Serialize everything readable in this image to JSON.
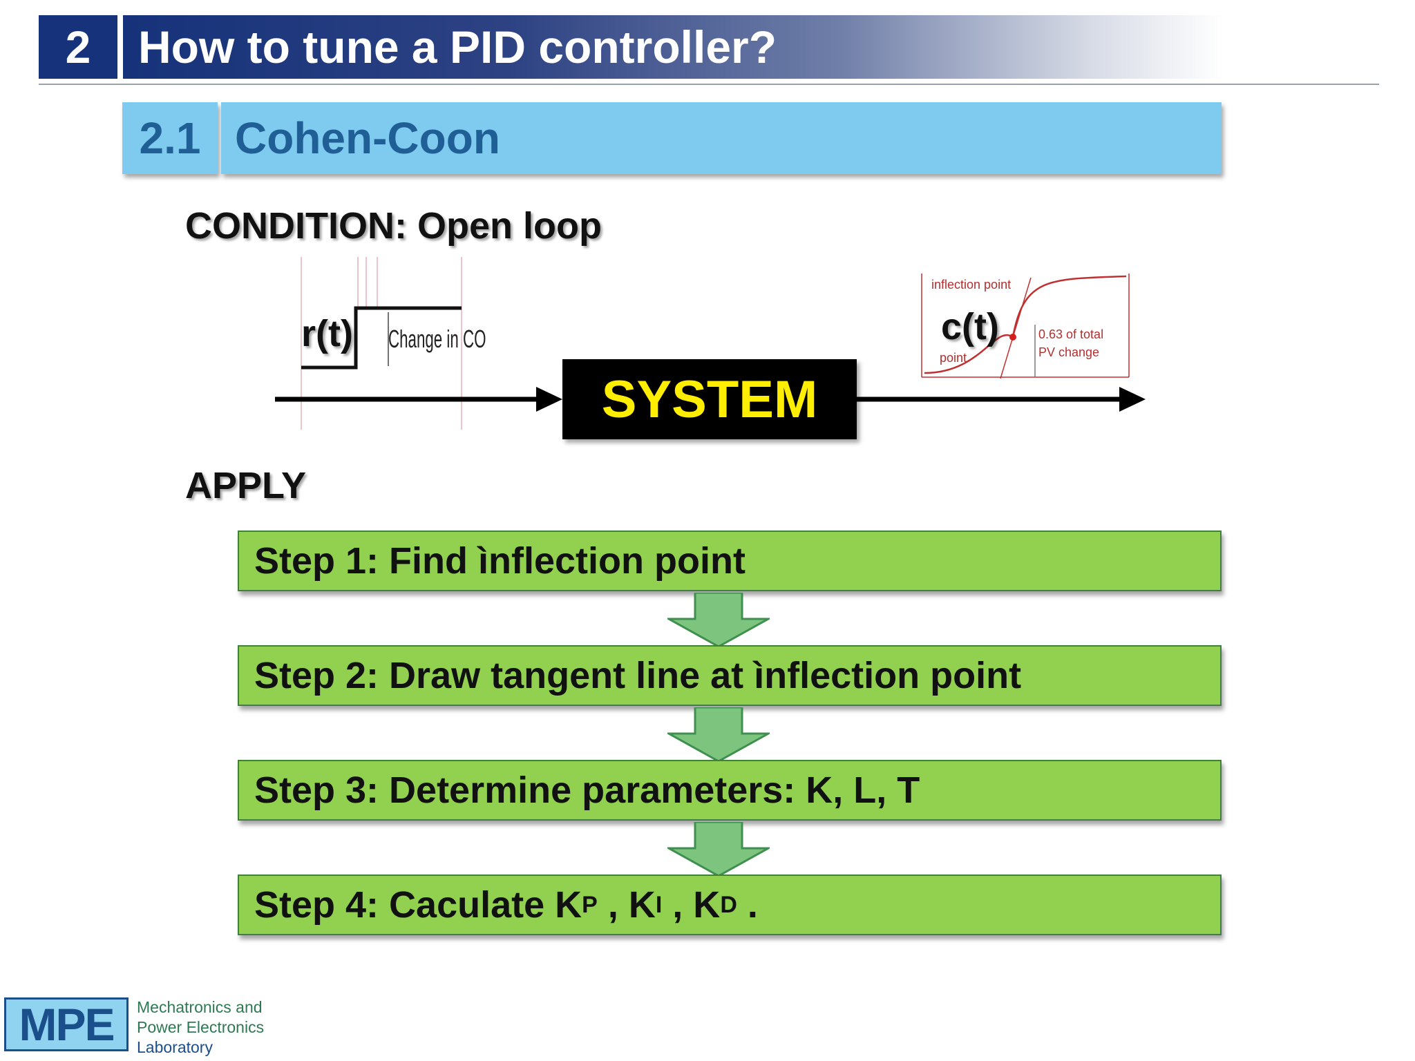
{
  "header": {
    "section_number": "2",
    "section_title": "How to tune a PID controller?"
  },
  "subheader": {
    "number": "2.1",
    "title": "Cohen-Coon"
  },
  "condition": "CONDITION: Open loop",
  "diagram": {
    "input_label": "r(t)",
    "input_annotation": "Change in CO",
    "system_label": "SYSTEM",
    "output_label": "c(t)",
    "plot_notes": {
      "inflection": "inflection point",
      "point": "point",
      "fraction_line1": "0.63 of total",
      "fraction_line2": "PV change"
    }
  },
  "apply": "APPLY",
  "steps": [
    {
      "text": "Step 1: Find ìnflection point"
    },
    {
      "text": "Step 2: Draw tangent line at ìnflection point"
    },
    {
      "text": "Step 3: Determine parameters: K, L, T"
    },
    {
      "prefix": "Step 4: Caculate K",
      "sub_p": "P",
      "mid1": " , K",
      "sub_i": "I",
      "mid2": " , K",
      "sub_d": "D",
      "suffix": " ."
    }
  ],
  "logo": {
    "abbr": "MPE",
    "line1": "Mechatronics and",
    "line2": "Power Electronics",
    "line3": "Laboratory"
  },
  "colors": {
    "header_navy": "#16327a",
    "sub_bar": "#7fcbef",
    "step_green": "#92d050",
    "arrow_green": "#7dc57f",
    "system_text": "#ffee00"
  }
}
